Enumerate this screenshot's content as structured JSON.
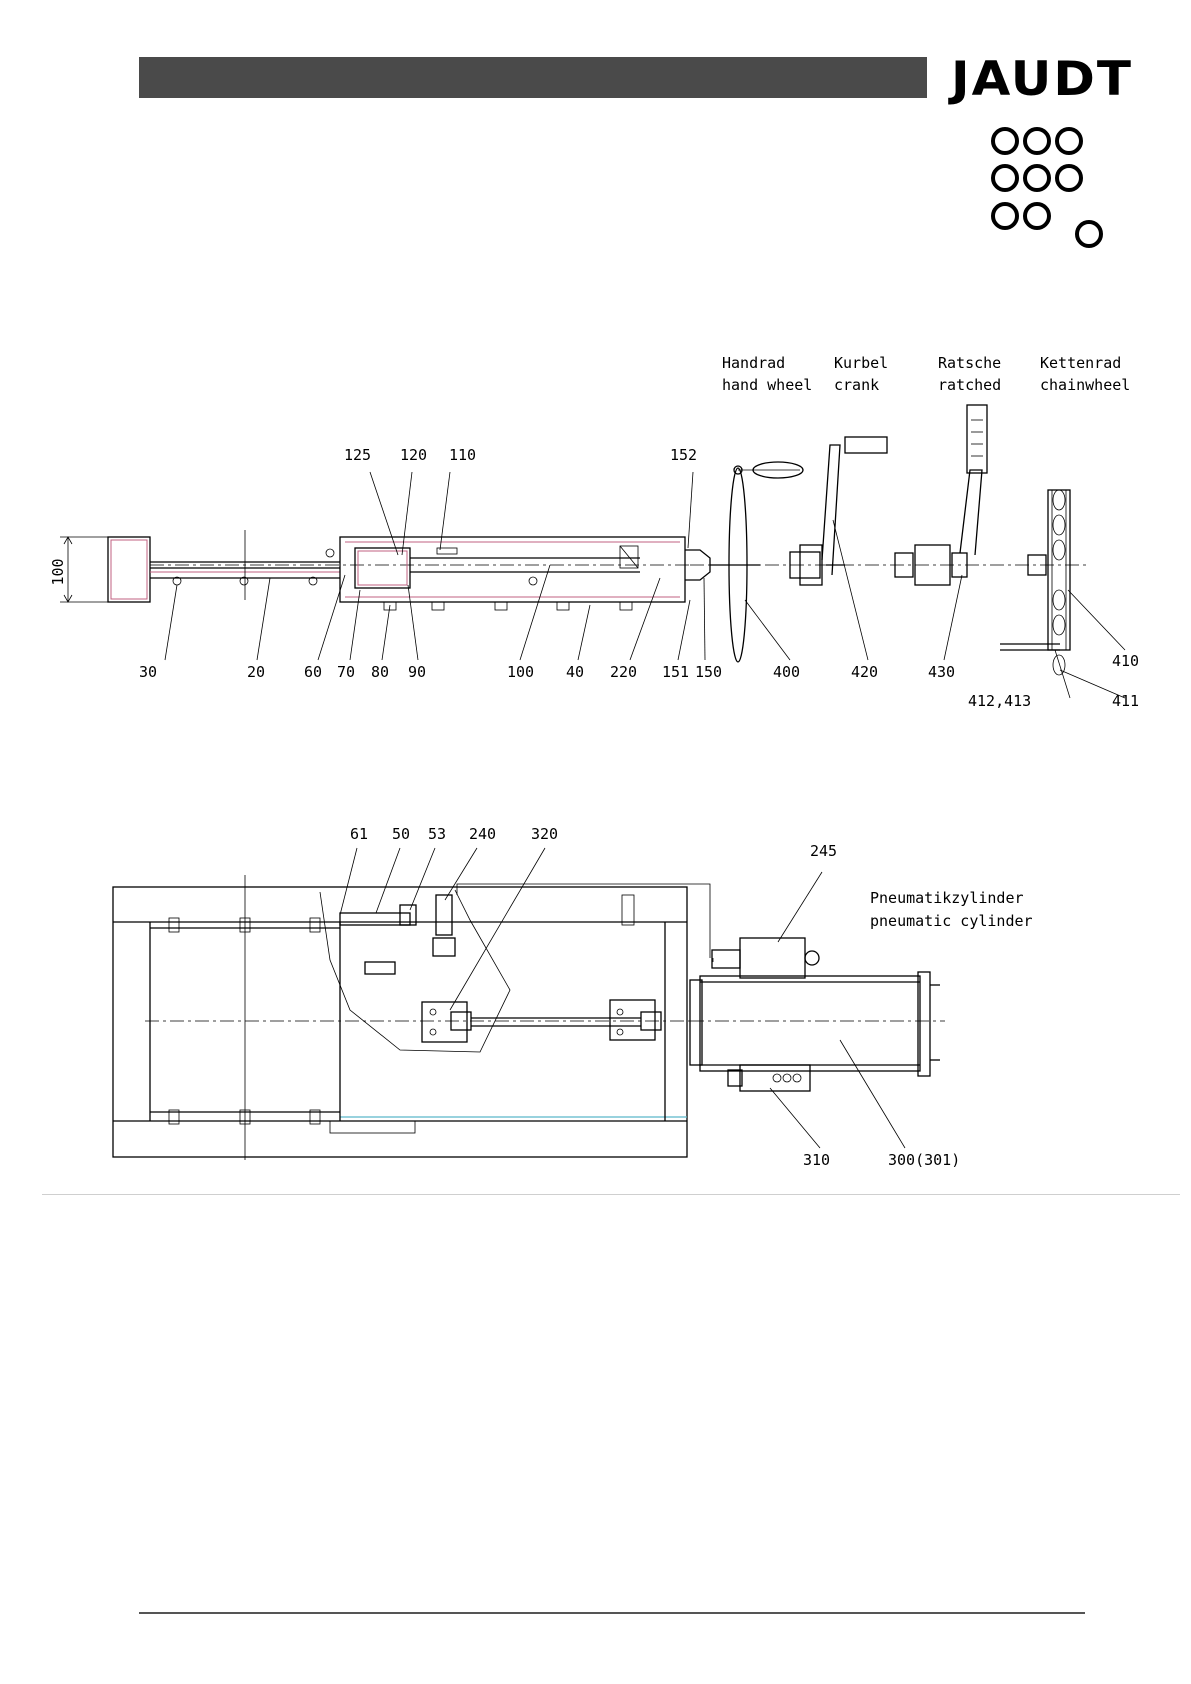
{
  "header": {
    "logo_text": "JAUDT",
    "bar_color": "#4a4a4a"
  },
  "side_view": {
    "dimension": "100",
    "drive_options": [
      {
        "de": "Handrad",
        "en": "hand wheel"
      },
      {
        "de": "Kurbel",
        "en": "crank"
      },
      {
        "de": "Ratsche",
        "en": "ratched"
      },
      {
        "de": "Kettenrad",
        "en": "chainwheel"
      }
    ],
    "top_labels": [
      "125",
      "120",
      "110",
      "152"
    ],
    "bottom_labels": [
      "30",
      "20",
      "60",
      "70",
      "80",
      "90",
      "100",
      "40",
      "220",
      "151",
      "150",
      "400",
      "420",
      "430",
      "410",
      "412,413",
      "411"
    ]
  },
  "top_view": {
    "title_de": "Pneumatikzylinder",
    "title_en": "pneumatic cylinder",
    "top_labels": [
      "61",
      "50",
      "53",
      "240",
      "320",
      "245"
    ],
    "bottom_labels": [
      "310",
      "300(301)"
    ]
  },
  "colors": {
    "hatch": "#c06080",
    "accent_line": "#5bb7c9"
  }
}
